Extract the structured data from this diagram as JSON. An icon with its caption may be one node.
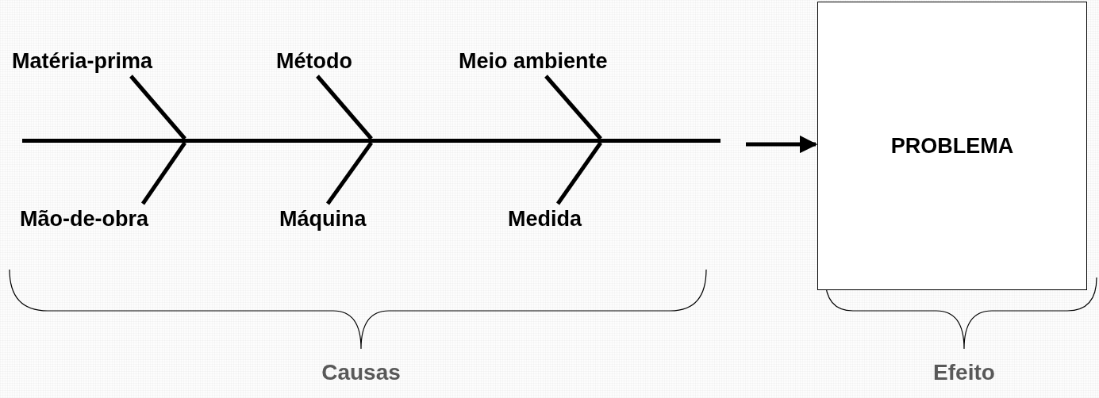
{
  "diagram": {
    "nodes": [
      {
        "text": [
          "Matéria-prima"
        ]
      },
      {
        "text": [
          "Método"
        ]
      },
      {
        "text": [
          "Meio ambiente"
        ]
      },
      {
        "text": [],
        "shape": "bar"
      },
      {
        "text": [
          "PROBLEMA"
        ]
      },
      {
        "text": [
          "Mão-de-obra"
        ]
      },
      {
        "text": [
          "Máquina"
        ]
      },
      {
        "text": [
          "Medida"
        ]
      }
    ],
    "edges": [
      {
        "from": 0,
        "to": 3,
        "arrow": "none"
      },
      {
        "from": 1,
        "to": 3,
        "arrow": "none"
      },
      {
        "from": 2,
        "to": 3,
        "arrow": "none"
      },
      {
        "from": 5,
        "to": 3,
        "arrow": "none"
      },
      {
        "from": 6,
        "to": 3,
        "arrow": "none"
      },
      {
        "from": 7,
        "to": 3,
        "arrow": "none"
      },
      {
        "from": null,
        "to": 4,
        "arrow": "to"
      }
    ],
    "labels": [
      "Causas",
      "Efeito"
    ]
  }
}
